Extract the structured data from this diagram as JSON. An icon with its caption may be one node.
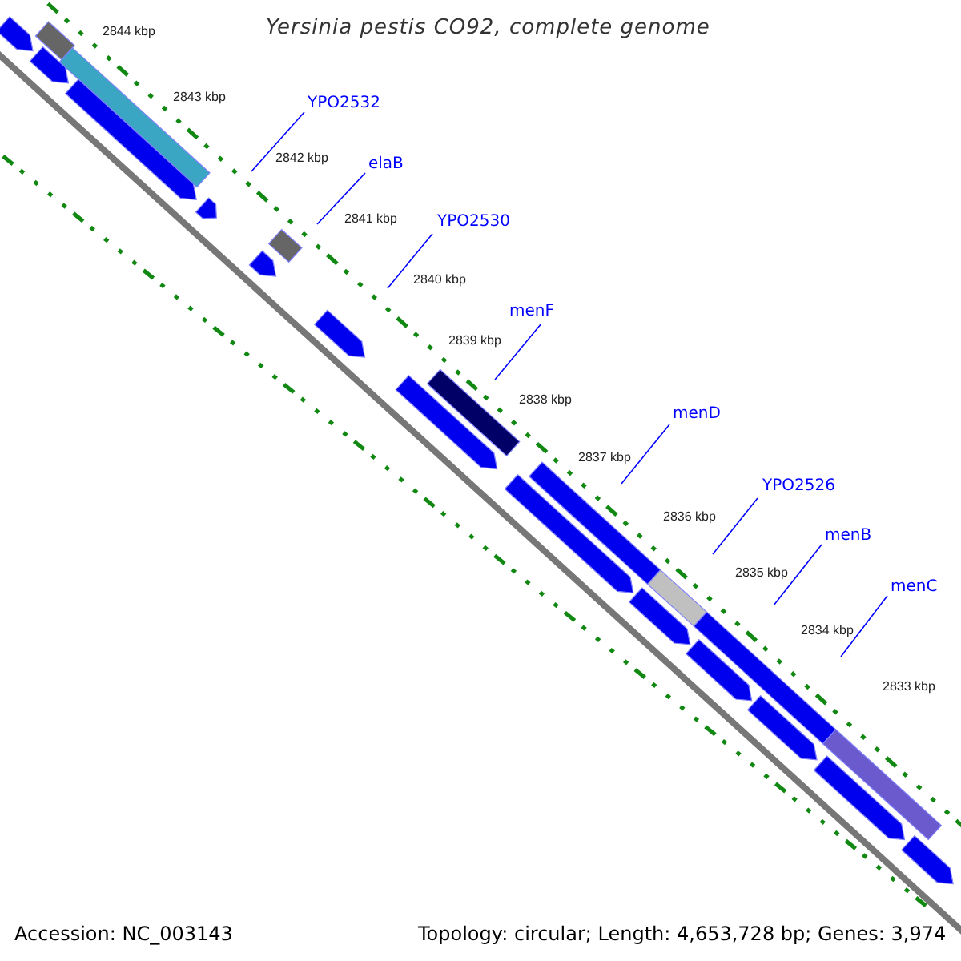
{
  "diagram": {
    "title": "Yersinia pestis CO92, complete genome",
    "nodes": [
      {
        "text": [
          "YPO2532"
        ]
      },
      {
        "text": [
          "elaB"
        ]
      },
      {
        "text": [
          "YPO2530"
        ]
      },
      {
        "text": [
          "menF"
        ]
      },
      {
        "text": [
          "menD"
        ]
      },
      {
        "text": [
          "YPO2526"
        ]
      },
      {
        "text": [
          "menB"
        ]
      },
      {
        "text": [
          "menC"
        ]
      }
    ],
    "edges": [
      {
        "from": 0,
        "to": null,
        "arrow": "none"
      },
      {
        "from": 1,
        "to": null,
        "arrow": "none"
      },
      {
        "from": 2,
        "to": null,
        "arrow": "none"
      },
      {
        "from": 3,
        "to": null,
        "arrow": "none"
      },
      {
        "from": 4,
        "to": null,
        "arrow": "none"
      },
      {
        "from": 5,
        "to": null,
        "arrow": "none"
      },
      {
        "from": 6,
        "to": null,
        "arrow": "none"
      },
      {
        "from": 7,
        "to": null,
        "arrow": "none"
      }
    ],
    "labels": [
      "2844 kbp",
      "2843 kbp",
      "2842 kbp",
      "2841 kbp",
      "2840 kbp",
      "2839 kbp",
      "2838 kbp",
      "2837 kbp",
      "2836 kbp",
      "2835 kbp",
      "2834 kbp",
      "2833 kbp",
      "Accession: NC_003143",
      "Topology: circular; Length: 4,653,728 bp; Genes: 3,974"
    ]
  }
}
